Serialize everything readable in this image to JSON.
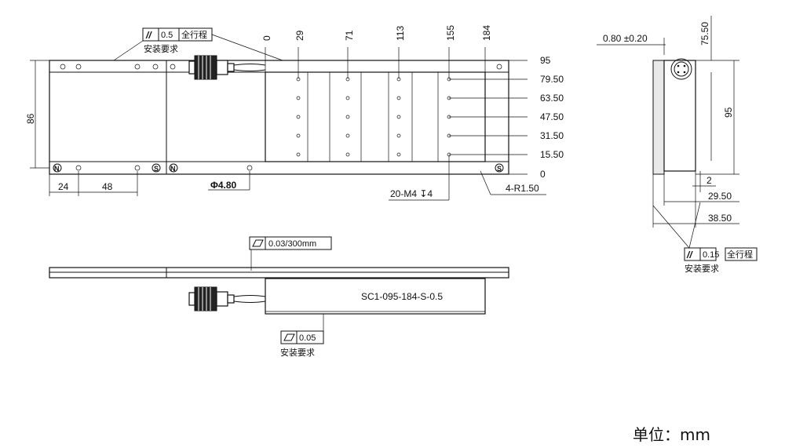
{
  "top_view": {
    "parallel_tolerance": "0.5",
    "parallel_scope": "全行程",
    "install_req": "安装要求",
    "x_ticks": [
      "0",
      "29",
      "71",
      "113",
      "155",
      "184"
    ],
    "y_ticks": [
      "95",
      "79.50",
      "63.50",
      "47.50",
      "31.50",
      "15.50",
      "0"
    ],
    "height": "86",
    "dim_24": "24",
    "dim_48": "48",
    "hole_dia": "Φ4.80",
    "screw_spec": "20-M4 ↧4",
    "corner_radius": "4-R1.50"
  },
  "side_view": {
    "gap_tolerance": "0.80 ±0.20",
    "dim_75": "75.50",
    "dim_95": "95",
    "dim_2": "2",
    "dim_29": "29.50",
    "dim_38": "38.50",
    "parallel_tolerance": "0.15",
    "parallel_scope": "全行程",
    "install_req": "安装要求"
  },
  "front_view": {
    "flatness_top": "0.03/300mm",
    "model": "SC1-095-184-S-0.5",
    "flatness_bottom": "0.05",
    "install_req": "安装要求"
  },
  "units": "单位：mm"
}
